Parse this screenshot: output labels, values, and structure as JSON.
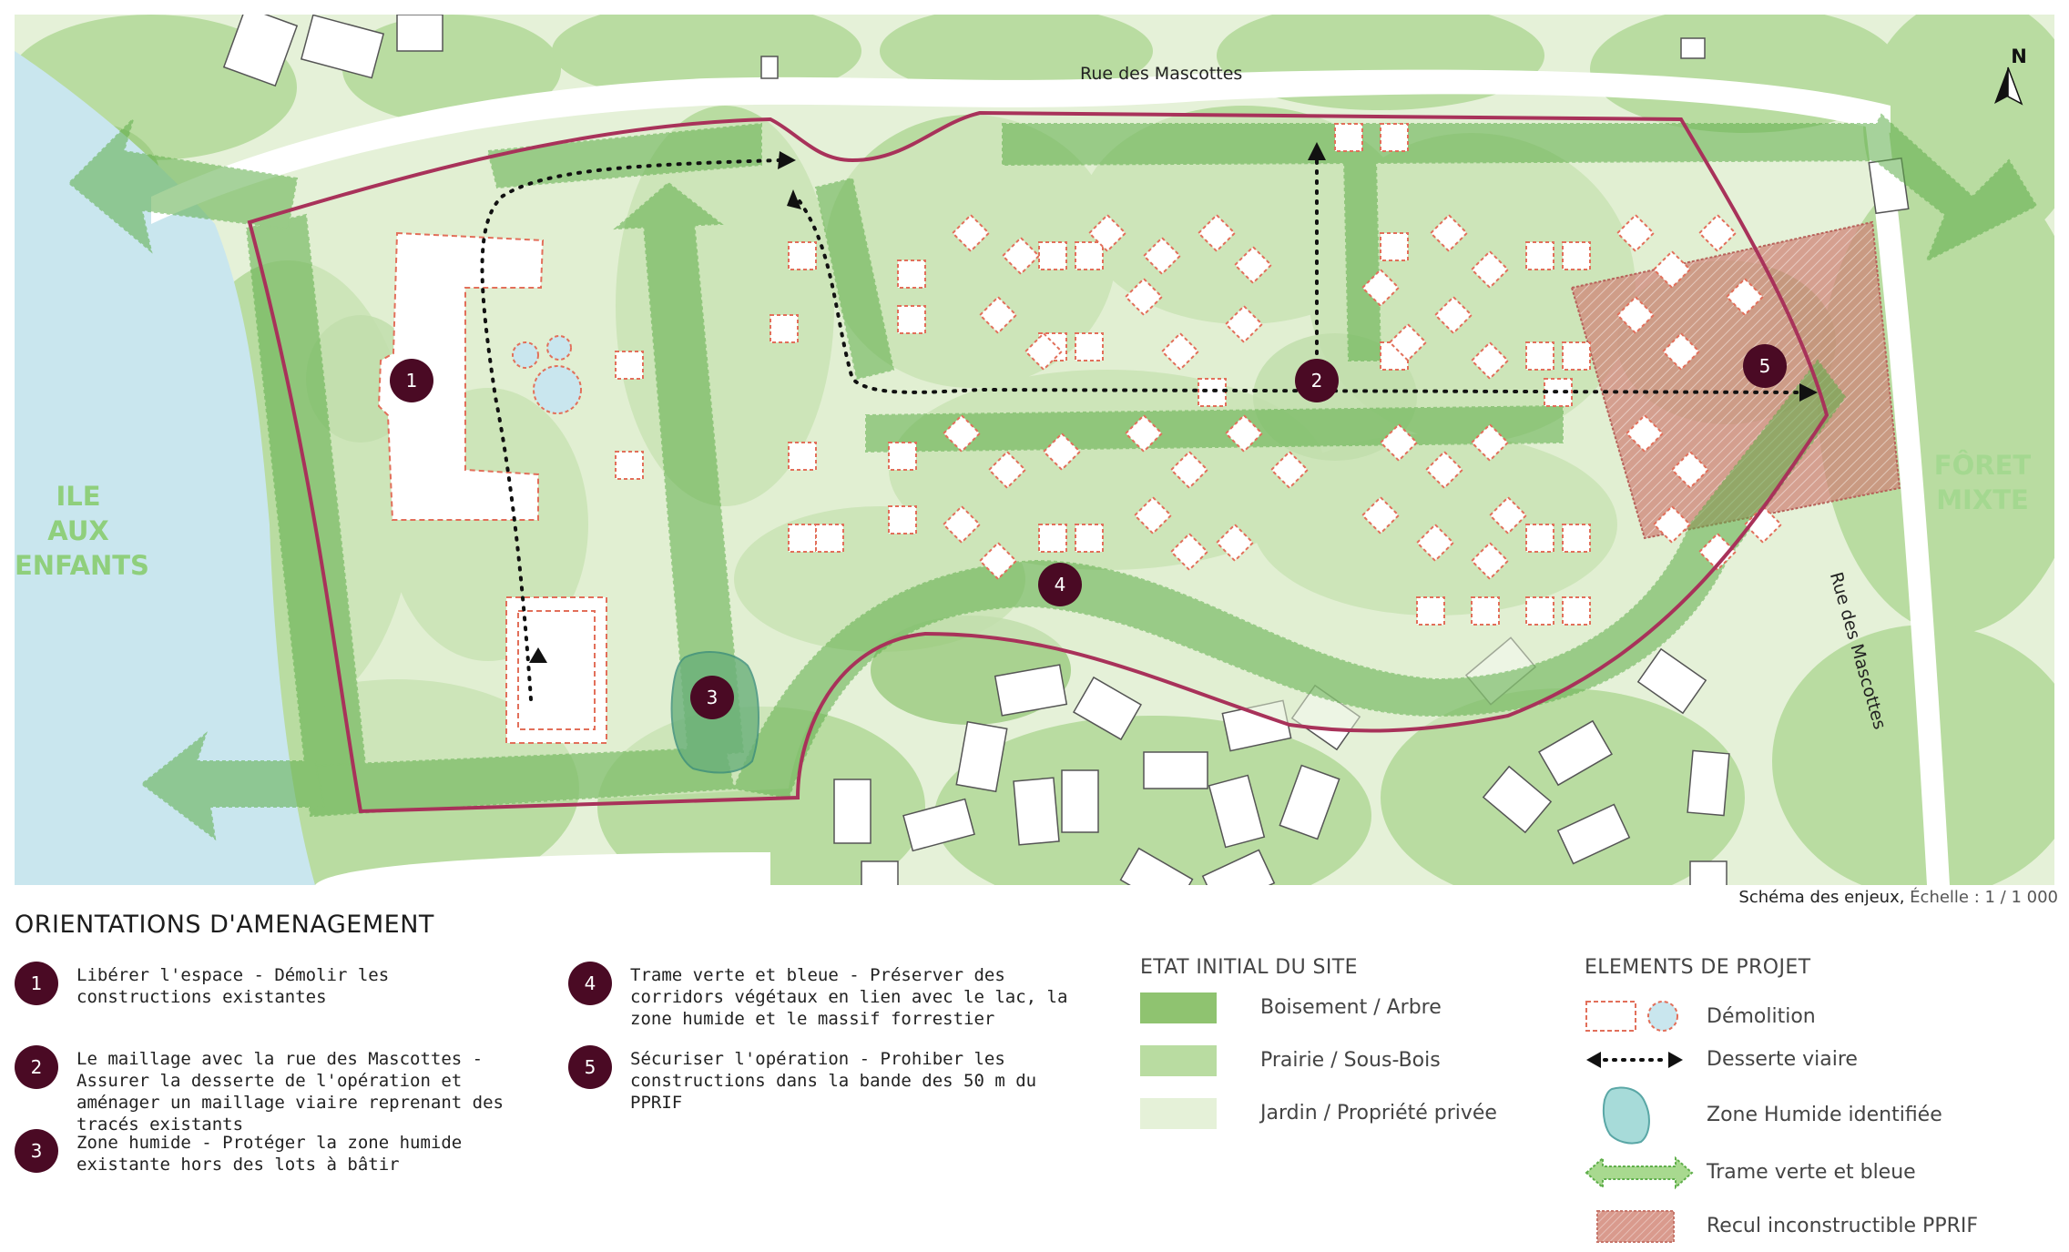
{
  "map": {
    "streets": {
      "north": "Rue des Mascottes",
      "east": "Rue des Mascottes"
    },
    "regions": {
      "west": [
        "ILE",
        "AUX",
        "ENFANTS"
      ],
      "east": [
        "FÔRET",
        "MIXTE"
      ]
    },
    "north_arrow": "N",
    "markers": [
      "1",
      "2",
      "3",
      "4",
      "5"
    ]
  },
  "scale": {
    "label": "Schéma des enjeux,",
    "value": "Échelle : 1 / 1 000"
  },
  "orientations": {
    "title": "ORIENTATIONS D'AMENAGEMENT",
    "items": [
      {
        "num": "1",
        "text": "Libérer l'espace - Démolir les constructions existantes"
      },
      {
        "num": "2",
        "text": "Le maillage avec la rue des Mascottes - Assurer la desserte de l'opération et aménager un maillage viaire reprenant des tracés existants"
      },
      {
        "num": "3",
        "text": "Zone humide - Protéger la zone humide existante hors des lots à bâtir"
      },
      {
        "num": "4",
        "text": "Trame verte et bleue - Préserver des corridors végétaux en lien avec le lac, la zone humide et le massif forrestier"
      },
      {
        "num": "5",
        "text": "Sécuriser l'opération - Prohiber les constructions dans la bande des 50 m du PPRIF"
      }
    ]
  },
  "legend_initial": {
    "title": "ETAT INITIAL DU SITE",
    "items": [
      {
        "label": "Boisement / Arbre",
        "color": "#8fc370"
      },
      {
        "label": "Prairie / Sous-Bois",
        "color": "#b9dca1"
      },
      {
        "label": "Jardin / Propriété privée",
        "color": "#e5f1d8"
      }
    ]
  },
  "legend_project": {
    "title": "ELEMENTS DE PROJET",
    "items": [
      {
        "label": "Démolition",
        "icon": "demolition-icon"
      },
      {
        "label": "Desserte viaire",
        "icon": "dotted-arrow-icon"
      },
      {
        "label": "Zone Humide identifiée",
        "icon": "wetland-icon"
      },
      {
        "label": "Trame verte et bleue",
        "icon": "green-corridor-icon"
      },
      {
        "label": "Recul inconstructible PPRIF",
        "icon": "pprif-zone-icon"
      }
    ]
  },
  "colors": {
    "marker": "#4a0a24",
    "boundary": "#a8325a",
    "corridor": "#5fae4a",
    "water": "#c9e6ee",
    "pprif": "#cf8478",
    "demolition": "#e26f5a",
    "region_label": "#8fcf7c"
  }
}
